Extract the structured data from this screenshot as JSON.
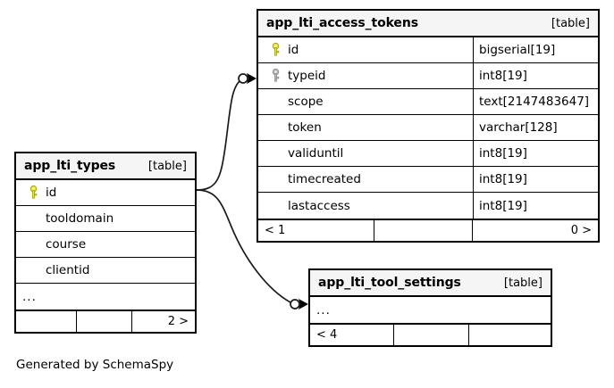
{
  "diagram": {
    "generator_caption": "Generated by SchemaSpy",
    "table_tag": "[table]",
    "ellipsis": "...",
    "icons": {
      "primary_key": "key-icon-primary",
      "foreign_key": "key-icon-foreign"
    },
    "colors": {
      "primary_key": "#e8e81c",
      "foreign_key": "#a0a0a0",
      "border": "#000000",
      "header_bg": "#f5f5f5",
      "body_bg": "#ffffff"
    }
  },
  "tables": {
    "access_tokens": {
      "name": "app_lti_access_tokens",
      "tag": "[table]",
      "columns": [
        {
          "name": "id",
          "type": "bigserial[19]",
          "key": "primary"
        },
        {
          "name": "typeid",
          "type": "int8[19]",
          "key": "foreign"
        },
        {
          "name": "scope",
          "type": "text[2147483647]",
          "key": "none"
        },
        {
          "name": "token",
          "type": "varchar[128]",
          "key": "none"
        },
        {
          "name": "validuntil",
          "type": "int8[19]",
          "key": "none"
        },
        {
          "name": "timecreated",
          "type": "int8[19]",
          "key": "none"
        },
        {
          "name": "lastaccess",
          "type": "int8[19]",
          "key": "none"
        }
      ],
      "footer": {
        "left": "< 1",
        "middle": "",
        "right": "0 >"
      }
    },
    "types": {
      "name": "app_lti_types",
      "tag": "[table]",
      "columns": [
        {
          "name": "id",
          "type": "",
          "key": "primary"
        },
        {
          "name": "tooldomain",
          "type": "",
          "key": "none"
        },
        {
          "name": "course",
          "type": "",
          "key": "none"
        },
        {
          "name": "clientid",
          "type": "",
          "key": "none"
        },
        {
          "name": "...",
          "type": "",
          "key": "none"
        }
      ],
      "footer": {
        "left": "",
        "middle": "",
        "right": "2 >"
      }
    },
    "tool_settings": {
      "name": "app_lti_tool_settings",
      "tag": "[table]",
      "columns": [
        {
          "name": "...",
          "type": "",
          "key": "none"
        }
      ],
      "footer": {
        "left": "< 4",
        "middle": "",
        "right": ""
      }
    }
  },
  "relationships": [
    {
      "from": "app_lti_types.id",
      "to": "app_lti_access_tokens.typeid",
      "cardinality": "zero-or-one-to-many"
    },
    {
      "from": "app_lti_types.id",
      "to": "app_lti_tool_settings",
      "cardinality": "zero-or-one-to-many"
    }
  ]
}
